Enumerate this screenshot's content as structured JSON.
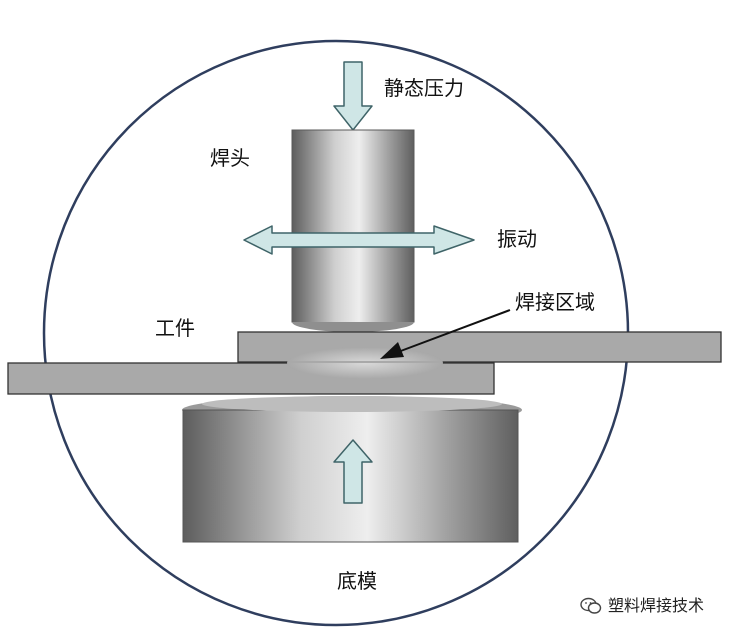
{
  "labels": {
    "static_pressure": "静态压力",
    "horn": "焊头",
    "vibration": "振动",
    "weld_zone": "焊接区域",
    "workpiece": "工件",
    "anvil": "底模"
  },
  "watermark": {
    "text": "塑料焊接技术",
    "icon": "wechat-icon"
  },
  "colors": {
    "circle_outline": "#2f3e5e",
    "arrow_fill": "#cfe6e6",
    "arrow_stroke": "#3f6468",
    "metal_dark": "#6e6e6e",
    "metal_light": "#e6e6e6",
    "workpiece": "#a9a9a9"
  }
}
